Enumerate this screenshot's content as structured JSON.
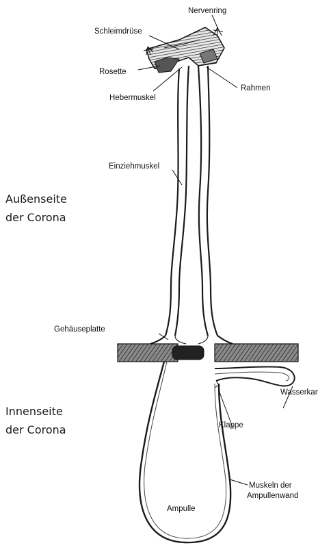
{
  "figure": {
    "labels": {
      "nervenring": "Nervenring",
      "schleimdruese": "Schleimdrüse",
      "rosette": "Rosette",
      "hebermuskel": "Hebermuskel",
      "rahmen": "Rahmen",
      "einziehmuskel": "Einziehmuskel",
      "gehaeuseplatte": "Gehäuseplatte",
      "wasserkanal": "Wasserkana",
      "klappe": "Klappe",
      "muskeln_line1": "Muskeln der",
      "muskeln_line2": "Ampullenwand",
      "ampulle": "Ampulle"
    },
    "side_labels": {
      "aussen_line1": "Außenseite",
      "aussen_line2": "der Corona",
      "innen_line1": "Innenseite",
      "innen_line2": "der Corona"
    }
  }
}
